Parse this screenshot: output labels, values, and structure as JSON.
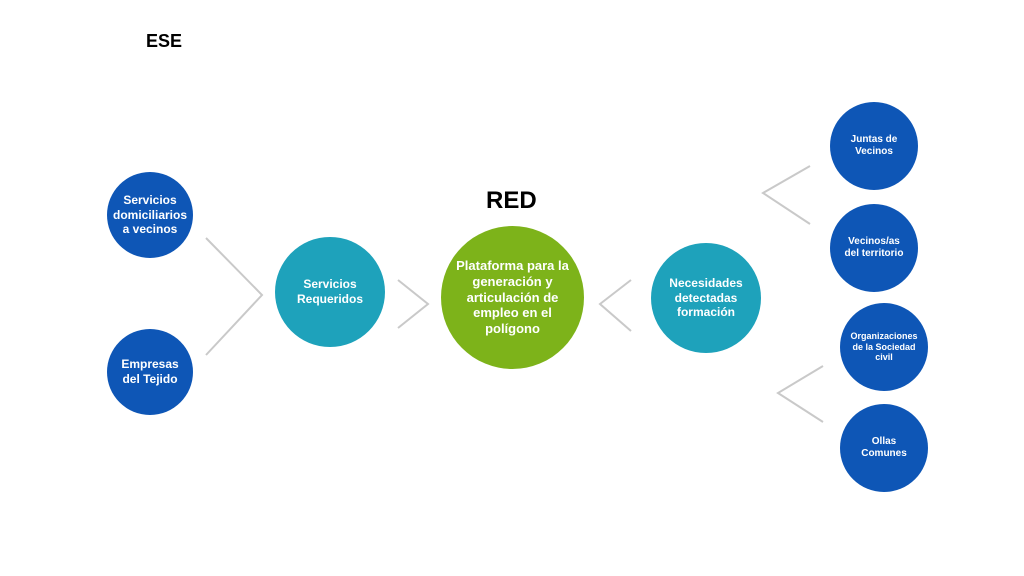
{
  "headings": {
    "ese": "ESE",
    "red": "RED"
  },
  "nodes": {
    "servicios_domiciliarios": "Servicios domiciliarios a vecinos",
    "empresas_tejido": "Empresas del Tejido",
    "servicios_requeridos": "Servicios Requeridos",
    "plataforma": "Plataforma para la generación y articulación de empleo en el polígono",
    "necesidades": "Necesidades detectadas formación",
    "juntas_vecinos": "Juntas de Vecinos",
    "vecinos_territorio": "Vecinos/as del territorio",
    "organizaciones_sociedad_civil": "Organizaciones de la Sociedad civil",
    "ollas_comunes": "Ollas Comunes"
  },
  "colors": {
    "dark_blue": "#0e56b6",
    "teal": "#1ea2bb",
    "green": "#7db31a",
    "connector_gray": "#c9c9c9"
  }
}
